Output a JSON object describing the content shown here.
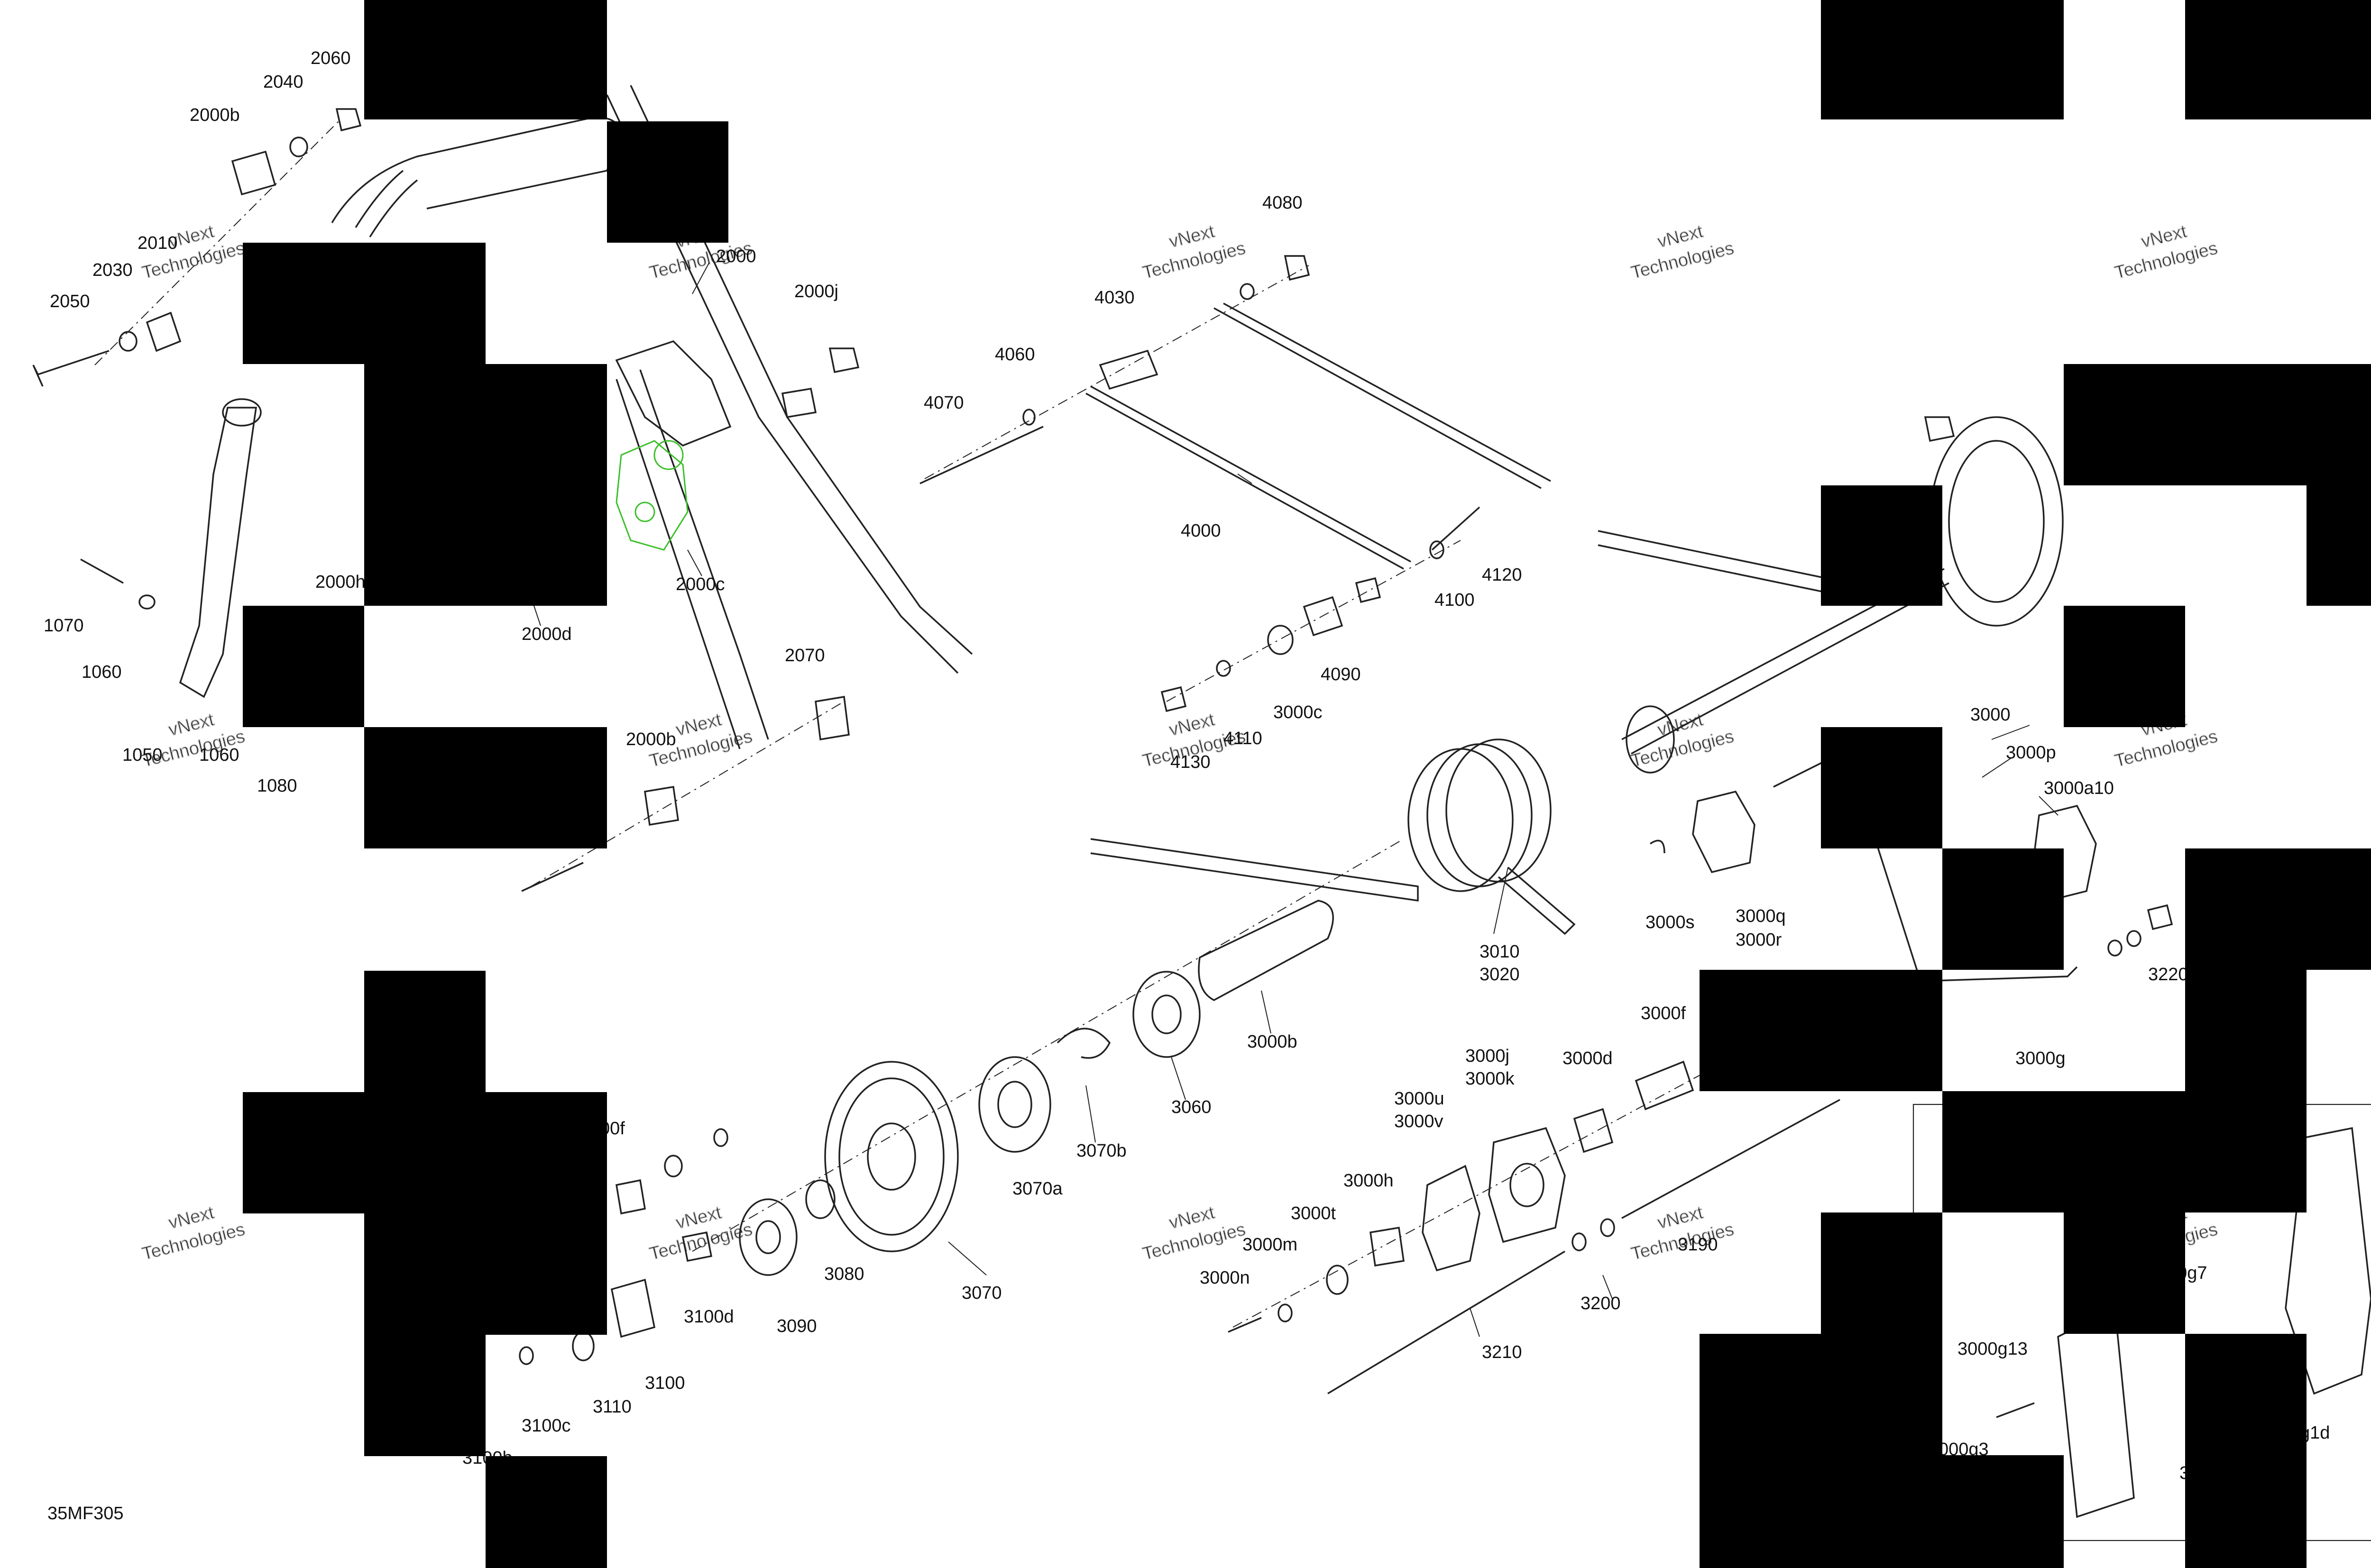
{
  "diagram_code": "35MF305",
  "colors": {
    "highlight": "#3bbf2a",
    "redaction": "#000000",
    "line": "#222222"
  },
  "watermark": {
    "line1": "vNext",
    "line2": "Technologies"
  },
  "callouts": {
    "p2060": "2060",
    "p2040": "2040",
    "p2000b_top": "2000b",
    "p2010": "2010",
    "p2030": "2030",
    "p2050": "2050",
    "p2000": "2000",
    "p2000j": "2000j",
    "p2000c": "2000c",
    "p2000d": "2000d",
    "p2000h": "2000h",
    "p2070": "2070",
    "p2000b_bot": "2000b",
    "p1070": "1070",
    "p1060_a": "1060",
    "p1060_b": "1060",
    "p1050": "1050",
    "p1080": "1080",
    "p4080": "4080",
    "p4030": "4030",
    "p4060": "4060",
    "p4070": "4070",
    "p4000": "4000",
    "p4120": "4120",
    "p4100": "4100",
    "p4090": "4090",
    "p3000c": "3000c",
    "p4110": "4110",
    "p4130": "4130",
    "p3000": "3000",
    "p3000p": "3000p",
    "p3000a10": "3000a10",
    "p3000s": "3000s",
    "p3000q": "3000q",
    "p3000r": "3000r",
    "p3010": "3010",
    "p3020": "3020",
    "p3220": "3220",
    "p3000g": "3000g",
    "p3000b": "3000b",
    "p3060": "3060",
    "p3070b": "3070b",
    "p3070a": "3070a",
    "p3070": "3070",
    "p3080": "3080",
    "p3090": "3090",
    "p3100d": "3100d",
    "p3100": "3100",
    "p3110": "3110",
    "p3100c": "3100c",
    "p3100b_part": "3100b",
    "p3100f_part": "00f",
    "p3000f": "3000f",
    "p3000j": "3000j",
    "p3000k": "3000k",
    "p3000d": "3000d",
    "p3000u": "3000u",
    "p3000v": "3000v",
    "p3000h": "3000h",
    "p3000t": "3000t",
    "p3000m": "3000m",
    "p3000n": "3000n",
    "p3210": "3210",
    "p3200": "3200",
    "p3190": "3190",
    "p3000g13": "3000g13",
    "p3000g3_part": "000g3",
    "p3000g7_part": "00g7",
    "p3000g1d_part": "g1d",
    "p3_part": "3"
  }
}
